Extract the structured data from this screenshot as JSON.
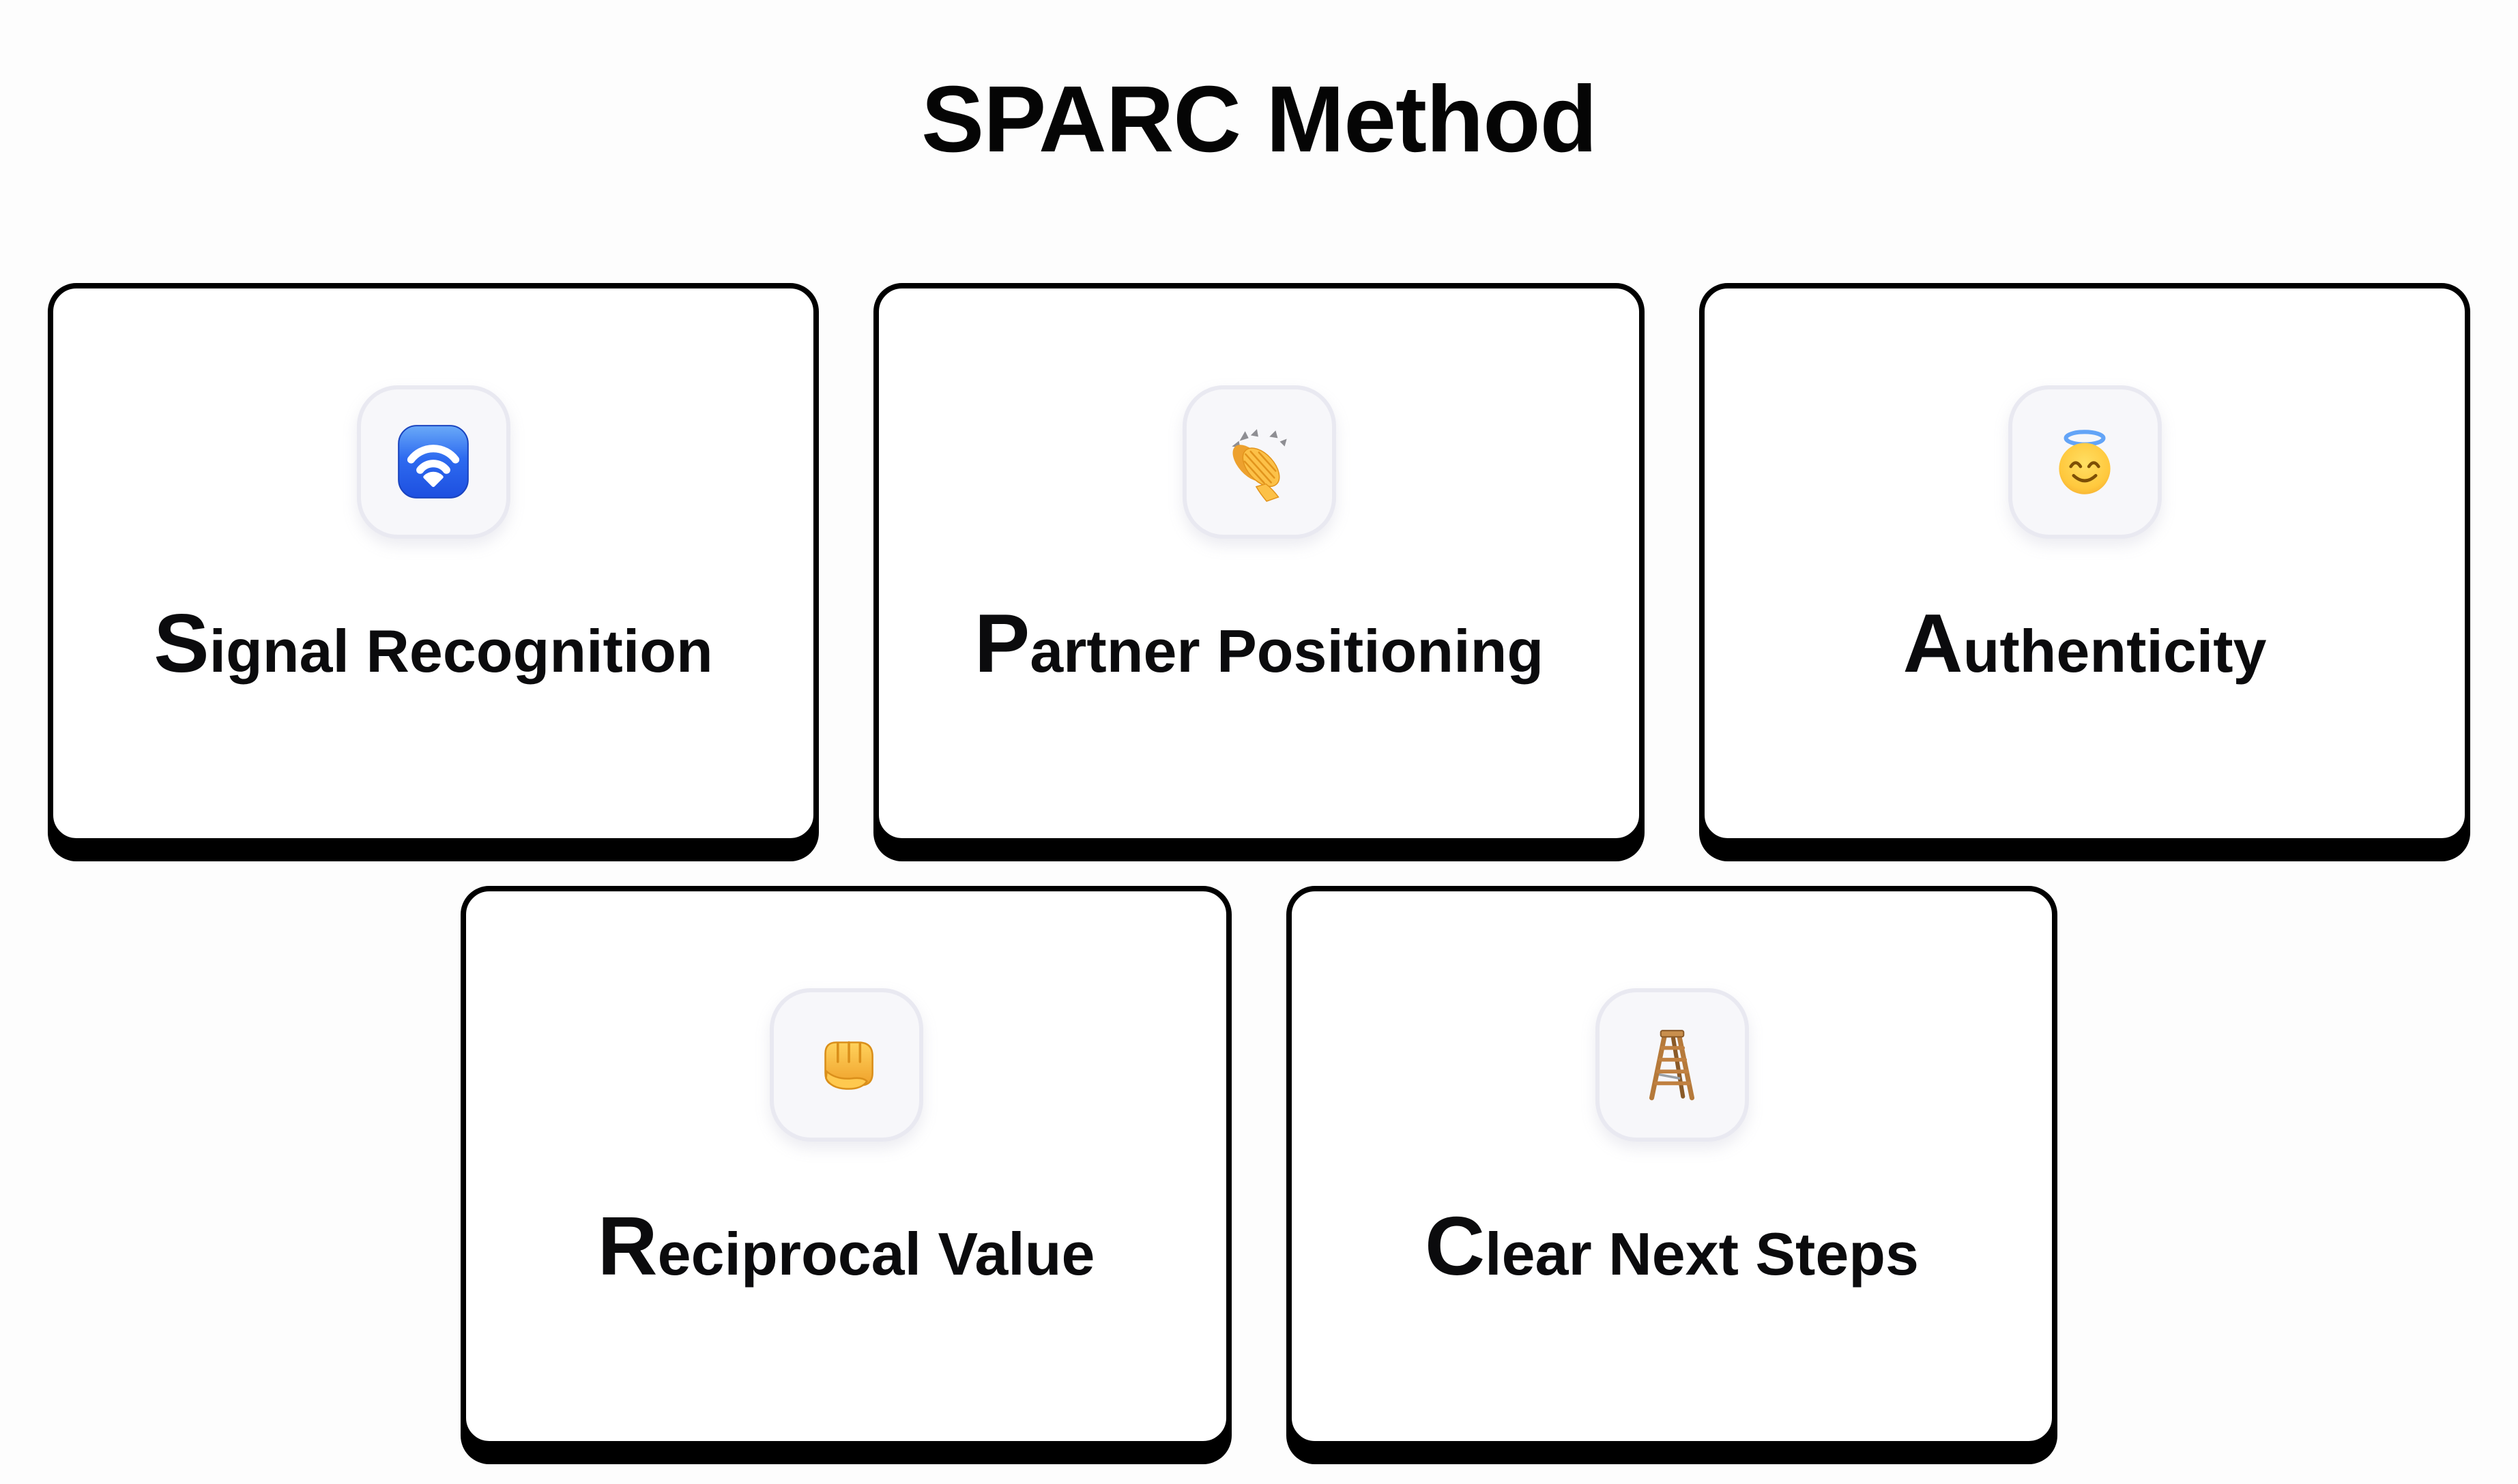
{
  "page": {
    "title": "SPARC Method"
  },
  "cards": [
    {
      "label": "Signal Recognition",
      "first_letter": "S",
      "rest": "ignal Recognition",
      "icon": "wifi-icon",
      "emoji": "🛜",
      "row": 1
    },
    {
      "label": "Partner Positioning",
      "first_letter": "P",
      "rest": "artner Positioning",
      "icon": "clapping-hands-icon",
      "emoji": "👏",
      "row": 1
    },
    {
      "label": "Authenticity",
      "first_letter": "A",
      "rest": "uthenticity",
      "icon": "halo-smiley-icon",
      "emoji": "😇",
      "row": 1
    },
    {
      "label": "Reciprocal Value",
      "first_letter": "R",
      "rest": "eciprocal Value",
      "icon": "fist-bump-icon",
      "emoji": "👊",
      "row": 2
    },
    {
      "label": "Clear Next Steps",
      "first_letter": "C",
      "rest": "lear Next Steps",
      "icon": "ladder-icon",
      "emoji": "🪜",
      "row": 2
    }
  ],
  "colors": {
    "page_background": "#fdfdfd",
    "card_background": "#ffffff",
    "card_border": "#000000",
    "card_shadow": "#000000",
    "icon_tile_background": "#f7f7fa",
    "icon_tile_border": "#e9e9f1",
    "title_text": "#050505",
    "label_text": "#0b0b0d",
    "wifi_blue": "#2e6bf0",
    "emoji_yellow": "#ffc83d",
    "ladder_wood": "#b5793a",
    "motion_mark_gray": "#8e8e93"
  }
}
